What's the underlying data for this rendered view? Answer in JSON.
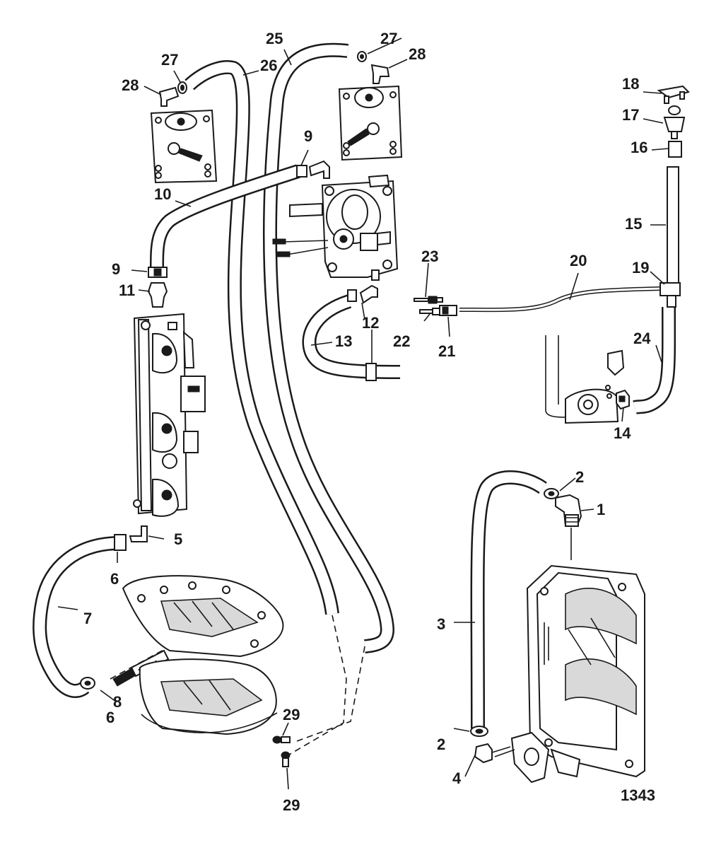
{
  "figure_number": "1343",
  "callouts": {
    "c1": "1",
    "c2a": "2",
    "c2b": "2",
    "c3": "3",
    "c4": "4",
    "c5": "5",
    "c6a": "6",
    "c6b": "6",
    "c7": "7",
    "c8": "8",
    "c9a": "9",
    "c9b": "9",
    "c10": "10",
    "c11": "11",
    "c12": "12",
    "c13": "13",
    "c14": "14",
    "c15": "15",
    "c16": "16",
    "c17": "17",
    "c18": "18",
    "c19": "19",
    "c20": "20",
    "c21": "21",
    "c22": "22",
    "c23": "23",
    "c24": "24",
    "c25": "25",
    "c26": "26",
    "c27a": "27",
    "c27b": "27",
    "c28a": "28",
    "c28b": "28",
    "c29a": "29",
    "c29b": "29"
  }
}
